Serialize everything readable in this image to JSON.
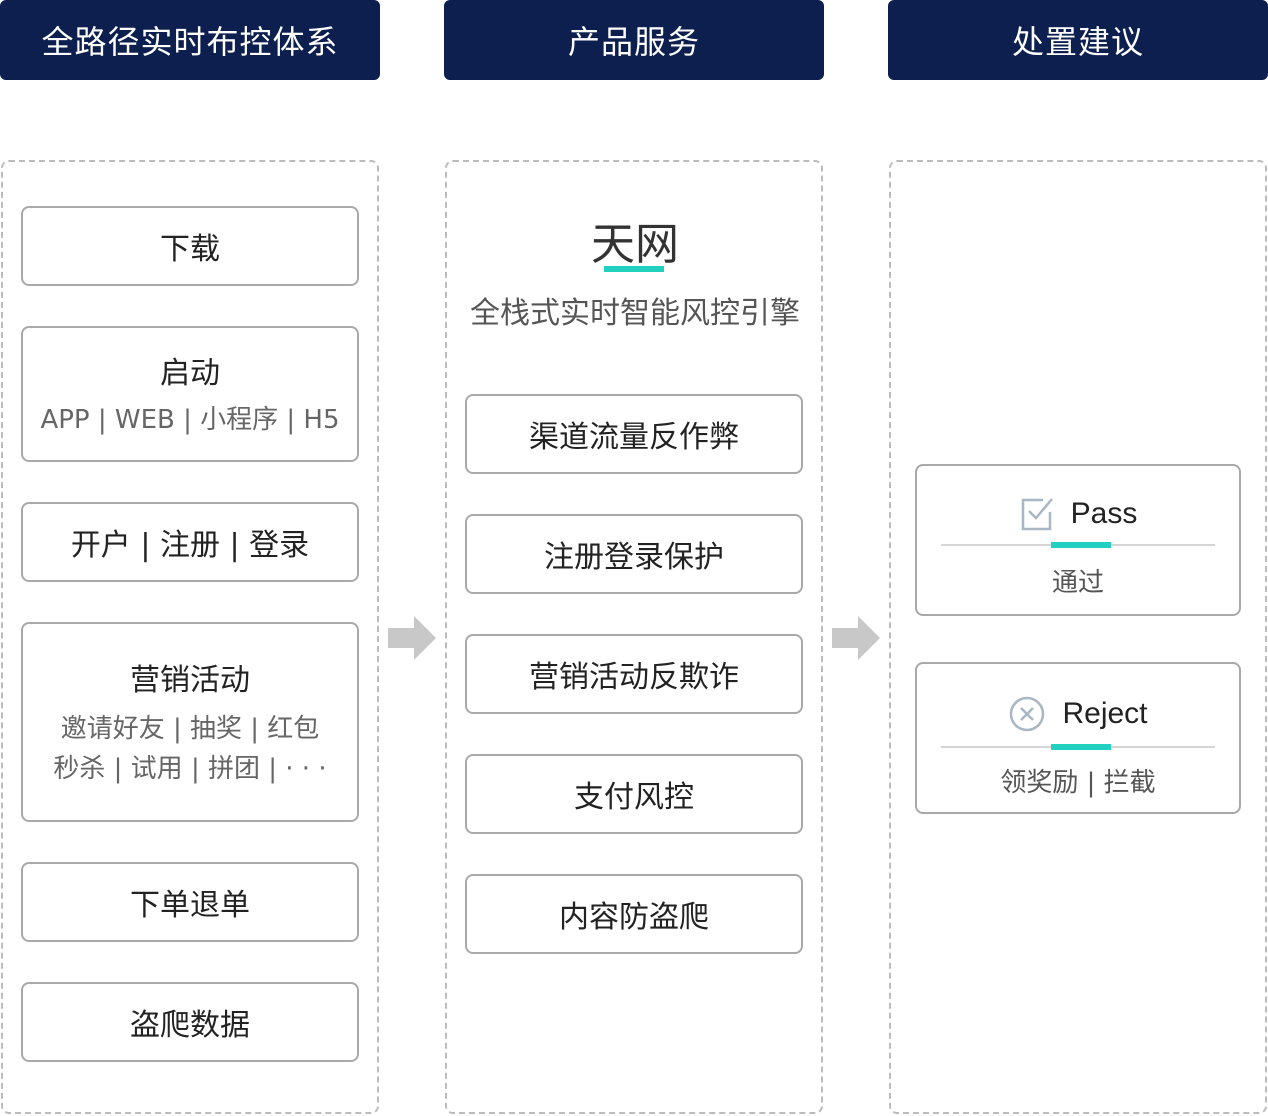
{
  "headers": [
    "全路径实时布控体系",
    "产品服务",
    "处置建议"
  ],
  "path_items": [
    {
      "title": "下载"
    },
    {
      "title": "启动",
      "sub": [
        "APP | WEB | 小程序 | H5"
      ]
    },
    {
      "title": "开户 | 注册 | 登录"
    },
    {
      "title": "营销活动",
      "sub": [
        "邀请好友 | 抽奖 | 红包",
        "秒杀 | 试用 | 拼团 | · · ·"
      ]
    },
    {
      "title": "下单退单"
    },
    {
      "title": "盗爬数据"
    }
  ],
  "product": {
    "brand": "天网",
    "tagline": "全栈式实时智能风控引擎",
    "services": [
      "渠道流量反作弊",
      "注册登录保护",
      "营销活动反欺诈",
      "支付风控",
      "内容防盗爬"
    ]
  },
  "results": [
    {
      "label": "Pass",
      "sub": "通过",
      "icon": "check-square-icon"
    },
    {
      "label": "Reject",
      "sub": "领奖励 | 拦截",
      "icon": "x-circle-icon"
    }
  ],
  "colors": {
    "header_bg": "#0c1f4e",
    "accent": "#22d0c2",
    "arrow": "#c8c8c8",
    "border": "#a9a9a9"
  }
}
